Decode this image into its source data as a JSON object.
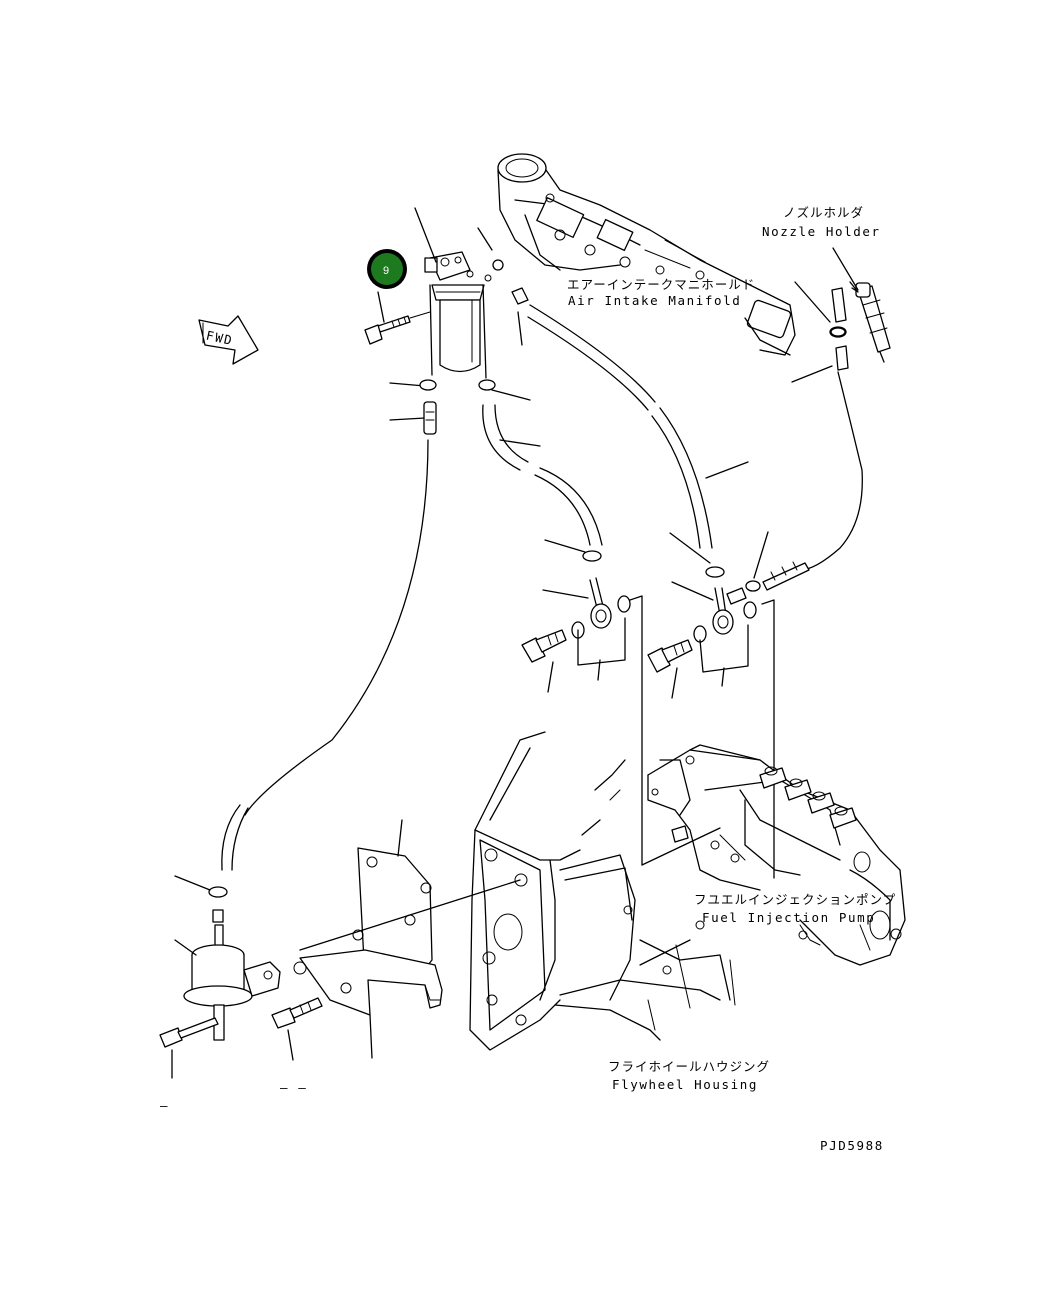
{
  "labels": {
    "air_intake_jp": "エアーインテークマニホールド",
    "air_intake_en": "Air Intake Manifold",
    "nozzle_jp": "ノズルホルダ",
    "nozzle_en": "Nozzle Holder",
    "pump_jp": "フユエルインジェクションポンプ",
    "pump_en": "Fuel Injection Pump",
    "flywheel_jp": "フライホイールハウジング",
    "flywheel_en": "Flywheel Housing",
    "fwd": "FWD",
    "drawing_code": "PJD5988"
  },
  "callout": {
    "number": "9",
    "color": "#1e7a1e"
  },
  "fragments": {
    "bottom_left_a": "– –",
    "bottom_left_b": "–"
  }
}
